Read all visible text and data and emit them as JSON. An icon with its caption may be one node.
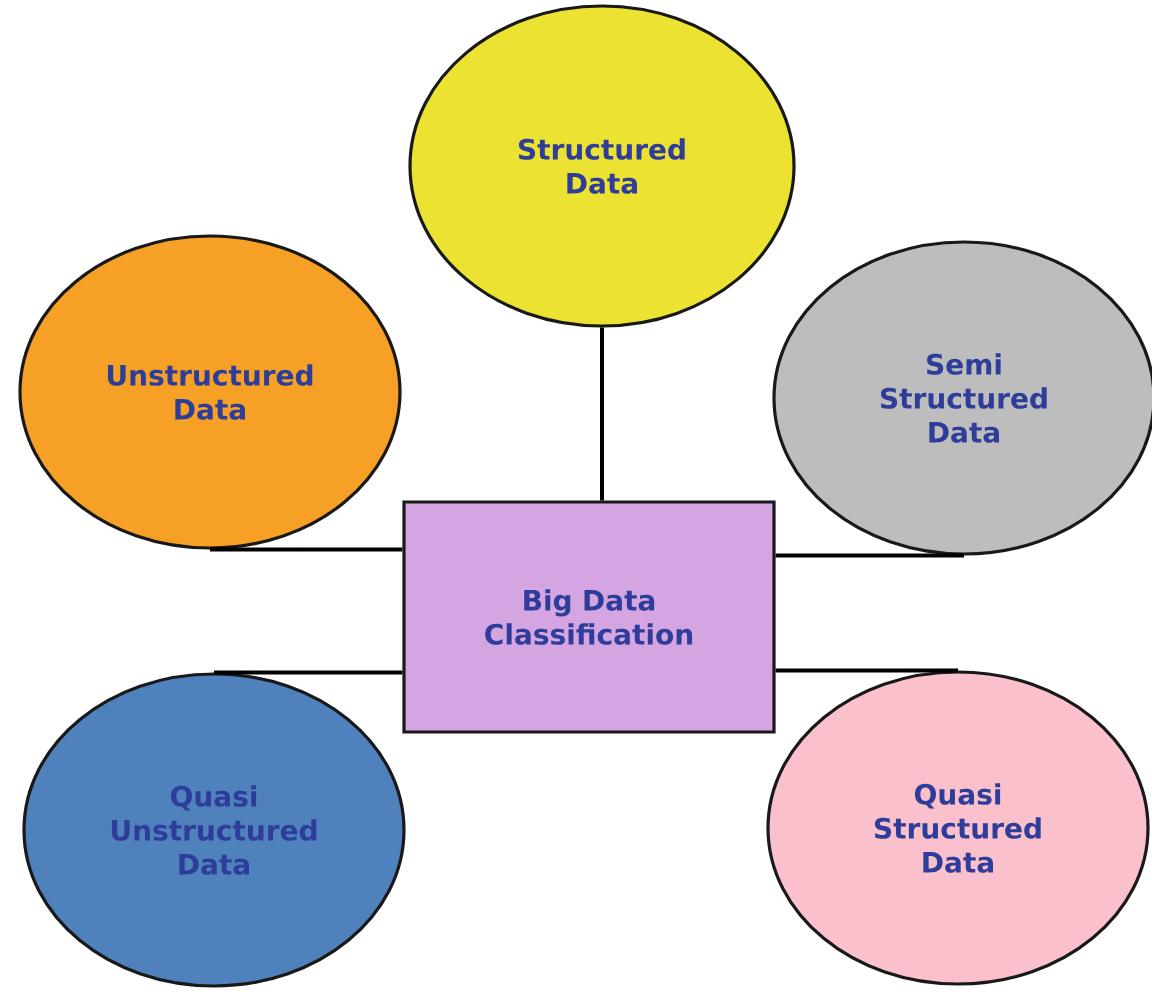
{
  "diagram": {
    "nodes": [
      {
        "text": [
          "Structured Data"
        ]
      },
      {
        "text": [
          "Unstructured Data"
        ]
      },
      {
        "text": [
          "Semi Structured Data"
        ]
      },
      {
        "text": [
          "Big Data Classification"
        ]
      },
      {
        "text": [
          "Quasi Unstructured Data"
        ]
      },
      {
        "text": [
          "Quasi Structured Data"
        ]
      }
    ],
    "edges": [
      {
        "from": 3,
        "to": 0,
        "arrow": "none"
      },
      {
        "from": 3,
        "to": 1,
        "arrow": "none"
      },
      {
        "from": 3,
        "to": 2,
        "arrow": "none"
      },
      {
        "from": 3,
        "to": 4,
        "arrow": "none"
      },
      {
        "from": 3,
        "to": 5,
        "arrow": "none"
      }
    ]
  }
}
